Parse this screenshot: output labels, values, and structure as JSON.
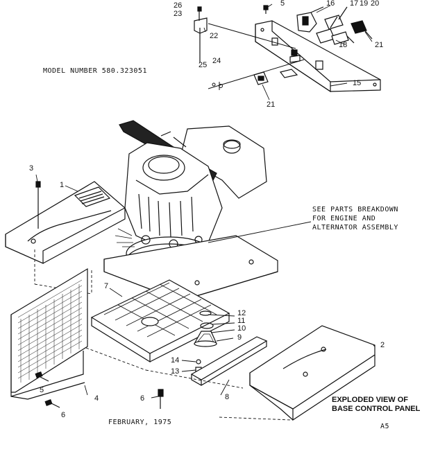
{
  "model_number": "MODEL NUMBER 580.323051",
  "engine_note": [
    "SEE PARTS BREAKDOWN",
    "FOR ENGINE AND",
    "ALTERNATOR ASSEMBLY"
  ],
  "exploded_view_title": [
    "EXPLODED VIEW OF",
    "BASE CONTROL PANEL"
  ],
  "date": "FEBRUARY, 1975",
  "page_code": "A5",
  "callouts": {
    "c1": "1",
    "c2": "2",
    "c3": "3",
    "c4": "4",
    "c5a": "5",
    "c5b": "5",
    "c6a": "6",
    "c6b": "6",
    "c7": "7",
    "c8": "8",
    "c9": "9",
    "c10": "10",
    "c11": "11",
    "c12": "12",
    "c13": "13",
    "c14": "14",
    "c15": "15",
    "c16": "16",
    "c17": "17",
    "c18": "18",
    "c19": "19",
    "c20": "20",
    "c21a": "21",
    "c21b": "21",
    "c22": "22",
    "c23": "23",
    "c24": "24",
    "c25": "25",
    "c26": "26"
  }
}
